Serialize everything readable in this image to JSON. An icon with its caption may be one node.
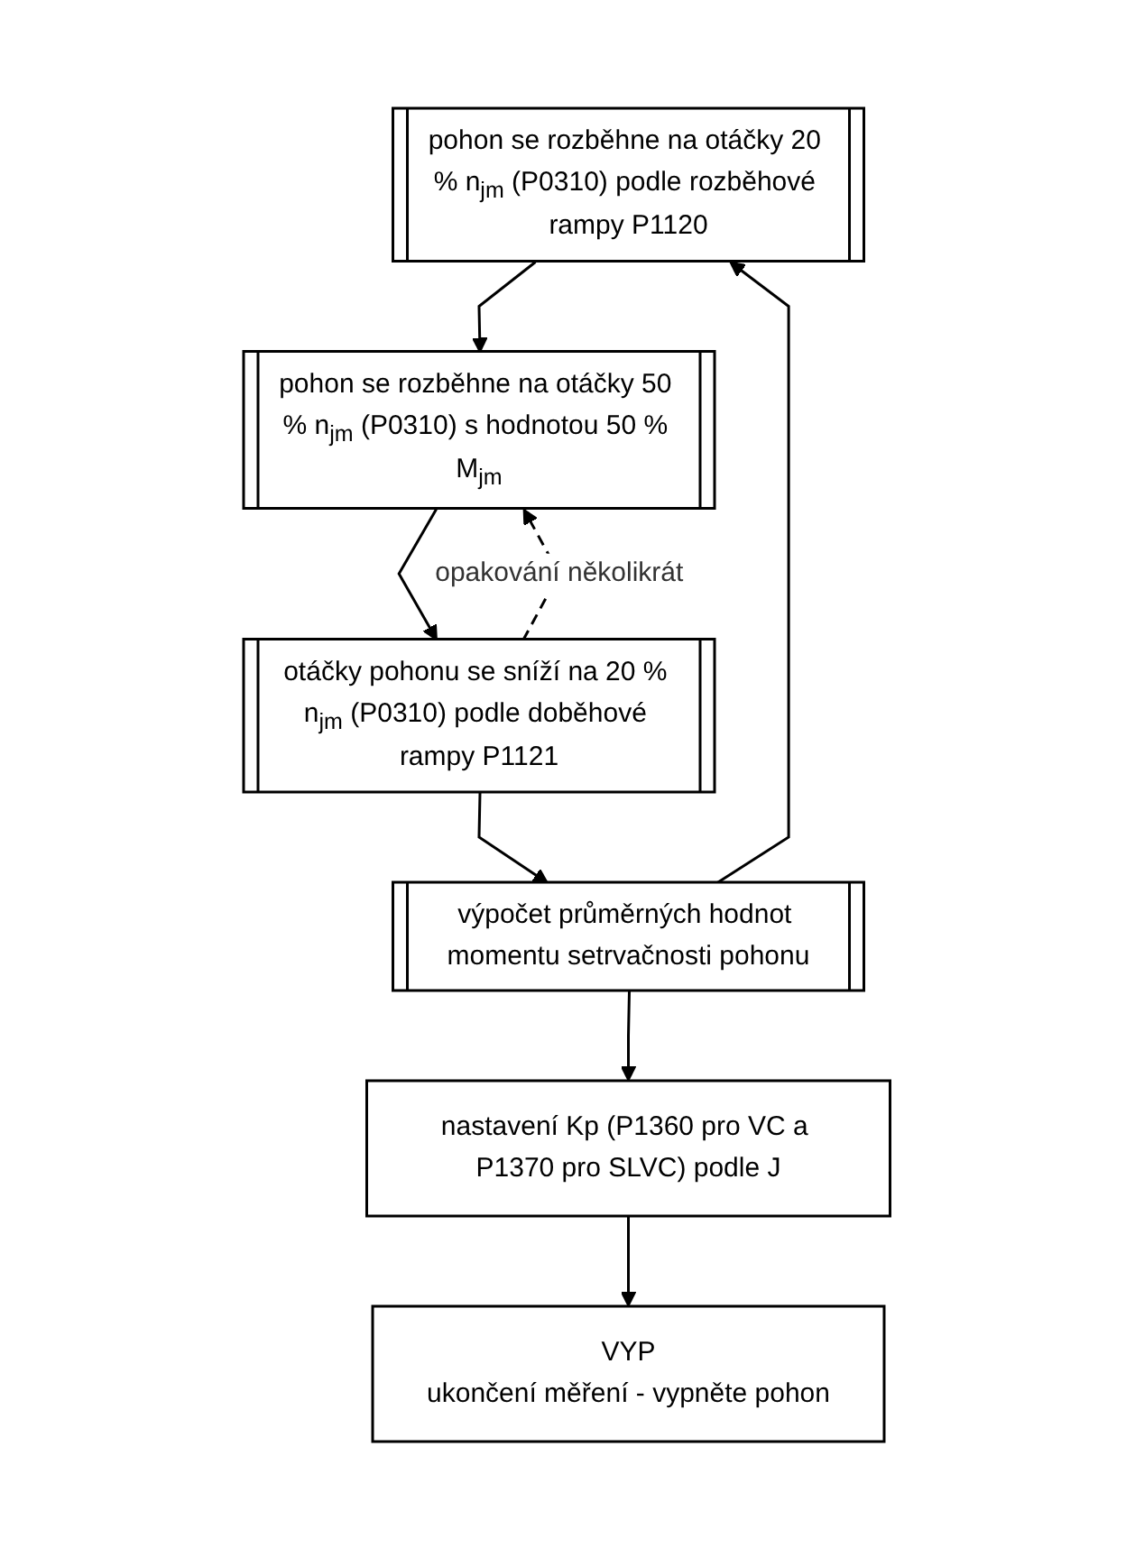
{
  "diagram": {
    "nodes": [
      {
        "text": [
          "pohon se rozběhne na otáčky 20 % n$_{jm}$ (P0310) podle rozběhové rampy P1120"
        ]
      },
      {
        "text": [
          "pohon se rozběhne na otáčky 50 % n$_{jm}$ (P0310) s hodnotou 50 % M$_{jm}$"
        ]
      },
      {
        "text": [
          "otáčky pohonu se sníží na 20 % n$_{jm}$ (P0310) podle doběhové rampy P1121"
        ]
      },
      {
        "text": [
          "výpočet průměrných hodnot momentu setrvačnosti pohonu"
        ]
      },
      {
        "text": [
          "nastavení Kp (P1360 pro VC a P1370 pro SLVC) podle J"
        ]
      },
      {
        "text": [
          "VYP",
          "ukončení měření - vypněte pohon"
        ]
      }
    ],
    "edges": [
      {
        "from": 0,
        "to": 1,
        "arrow": "to"
      },
      {
        "from": 1,
        "to": 2,
        "arrow": "to"
      },
      {
        "from": 2,
        "to": 3,
        "arrow": "to"
      },
      {
        "from": 2,
        "to": 1,
        "arrow": "to",
        "style": "dashed",
        "label": "opakování několikrát"
      },
      {
        "from": 3,
        "to": 4,
        "arrow": "to"
      },
      {
        "from": 4,
        "to": 5,
        "arrow": "to"
      },
      {
        "from": 3,
        "to": 0,
        "arrow": "to"
      }
    ]
  }
}
